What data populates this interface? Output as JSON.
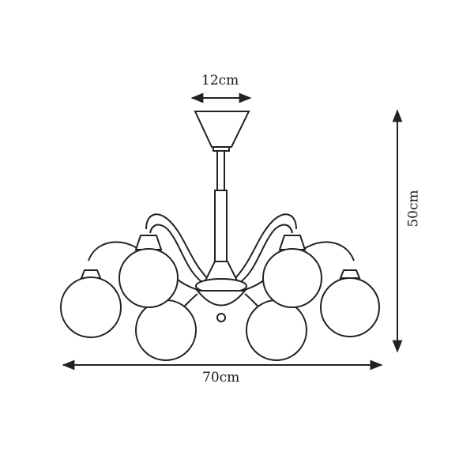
{
  "dimensions": {
    "canopy_width": "12cm",
    "height": "50cm",
    "width": "70cm"
  }
}
